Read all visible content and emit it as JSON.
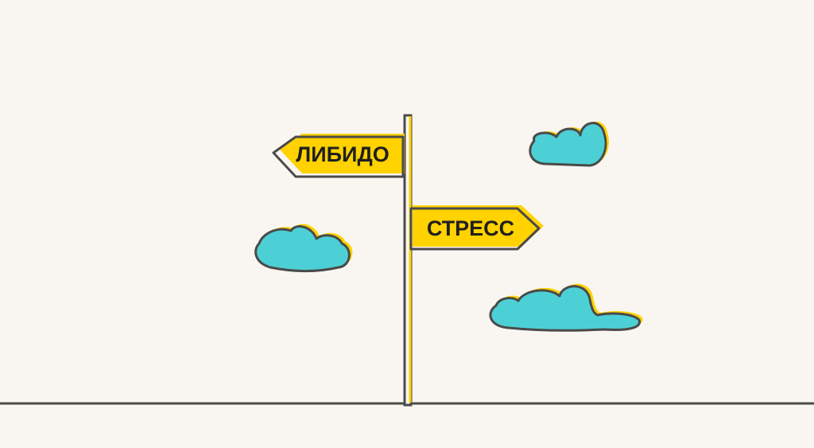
{
  "illustration": {
    "signs": {
      "left": {
        "label": "ЛИБИДО",
        "direction": "left"
      },
      "right": {
        "label": "СТРЕСС",
        "direction": "right"
      }
    },
    "colors": {
      "background": "#f9f6f1",
      "outline": "#4a4a4a",
      "sign_fill": "#ffd200",
      "cloud_fill": "#4dd0d5",
      "cloud_shadow": "#ffd200",
      "text": "#1f1f1f"
    },
    "icons": [
      "signpost-icon",
      "cloud-icon"
    ]
  }
}
